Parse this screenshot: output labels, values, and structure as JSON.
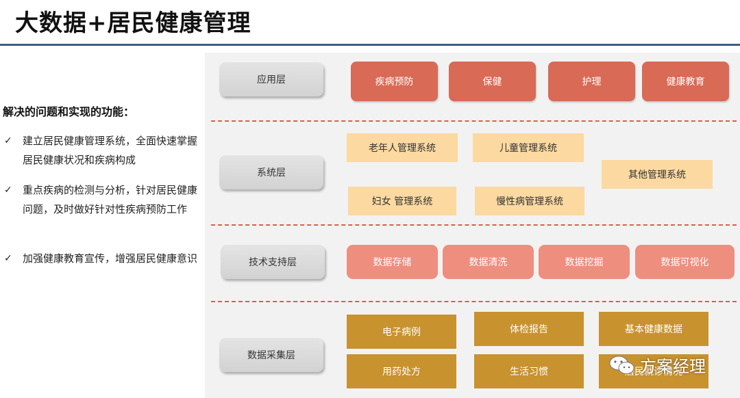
{
  "title": "大数据+居民健康管理",
  "left": {
    "heading": "解决的问题和实现的功能：",
    "check_glyph": "✓",
    "bullets": [
      "建立居民健康管理系统，全面快速掌握居民健康状况和疾病构成",
      "重点疾病的检测与分析，针对居民健康问题，及时做好针对性疾病预防工作",
      "加强健康教育宣传，增强居民健康意识"
    ]
  },
  "layers": {
    "application": "应用层",
    "system": "系统层",
    "tech": "技术支持层",
    "data": "数据采集层"
  },
  "application_items": [
    "疾病预防",
    "保健",
    "护理",
    "健康教育"
  ],
  "system_items": [
    "老年人管理系统",
    "儿童管理系统",
    "其他管理系统",
    "妇女 管理系统",
    "慢性病管理系统"
  ],
  "tech_items": [
    "数据存储",
    "数据清洗",
    "数据挖掘",
    "数据可视化"
  ],
  "data_items": [
    "电子病例",
    "体检报告",
    "基本健康数据",
    "用药处方",
    "生活习惯",
    "居民就诊情况"
  ],
  "watermark": "方案经理",
  "colors": {
    "title_rule": "#3c5a8a",
    "divider": "#e05a4a",
    "application": "#d86a56",
    "system": "#fbd9a0",
    "tech": "#ee8e7e",
    "data": "#c8922f"
  },
  "icons": {
    "watermark": "wechat-icon"
  }
}
